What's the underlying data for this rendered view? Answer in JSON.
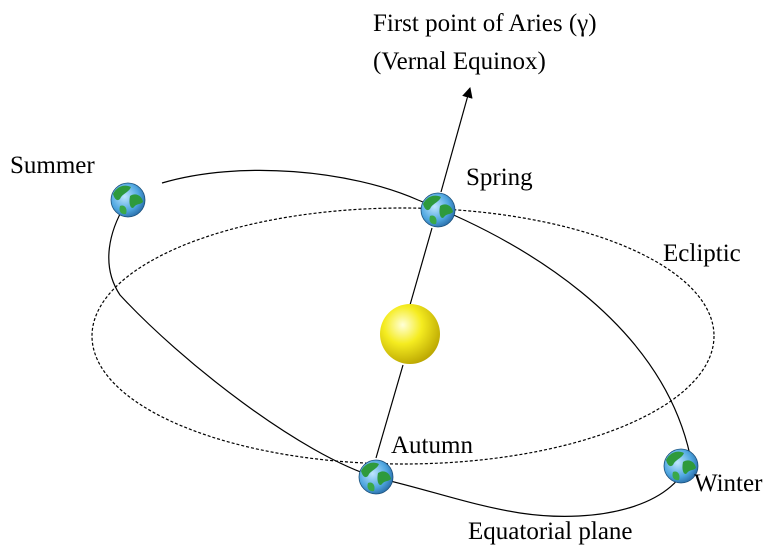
{
  "labels": {
    "aries_line1": "First point of Aries (γ)",
    "aries_line2": "(Vernal Equinox)",
    "summer": "Summer",
    "spring": "Spring",
    "autumn": "Autumn",
    "winter": "Winter",
    "ecliptic": "Ecliptic",
    "equatorial_plane": "Equatorial plane"
  },
  "colors": {
    "sun": "#f2e600",
    "earth_ocean": "#3a8fd0",
    "earth_land": "#2e9a3c",
    "line": "#000000"
  }
}
